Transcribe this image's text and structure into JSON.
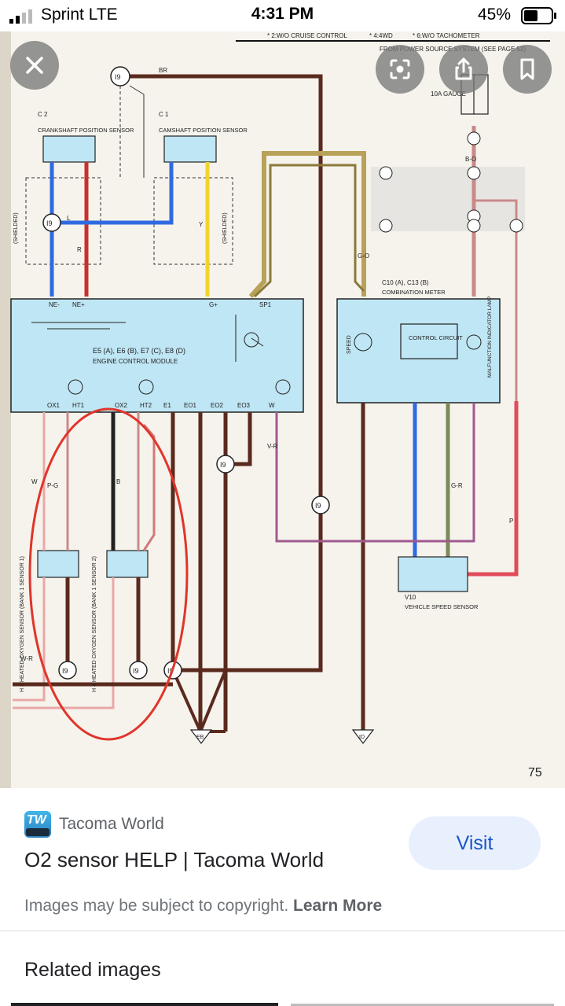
{
  "status_bar": {
    "carrier": "Sprint  LTE",
    "time": "4:31 PM",
    "battery": "45%"
  },
  "viewer": {
    "close_icon": "close-icon",
    "lens_icon": "lens-icon",
    "share_icon": "share-icon",
    "bookmark_icon": "bookmark-icon",
    "diagram": {
      "header_notes": [
        "* 2:W/O CRUISE CONTROL",
        "* 4:4WD",
        "* 6:W/O TACHOMETER"
      ],
      "power_source_note": "FROM POWER SOURCE SYSTEM (SEE PAGE 52)",
      "gauge_label": "10A GAUGE",
      "c2_code": "C 2",
      "c2_name": "CRANKSHAFT POSITION SENSOR",
      "c1_code": "C 1",
      "c1_name": "CAMSHAFT POSITION SENSOR",
      "ecm_label": "E5 (A), E6 (B), E7 (C), E8 (D)",
      "ecm_name": "ENGINE CONTROL MODULE",
      "meter_code": "C10 (A), C13 (B)",
      "meter_name": "COMBINATION METER",
      "control_circuit": "CONTROL CIRCUIT",
      "speed_label": "SPEED",
      "mil_label": "MALFUNCTION INDICATOR LAMP",
      "ecm_pins_top": [
        "NE-",
        "NE+",
        "G+",
        "SP1"
      ],
      "ecm_pins_bottom": [
        "OX1",
        "HT1",
        "OX2",
        "HT2",
        "E1",
        "EO1",
        "EO2",
        "EO3",
        "W"
      ],
      "h3_label": "H 3 HEATED OXYGEN SENSOR (BANK 1 SENSOR 1)",
      "h4_label": "H 4 HEATED OXYGEN SENSOR (BANK 1 SENSOR 2)",
      "v10_code": "V10",
      "v10_name": "VEHICLE SPEED SENSOR",
      "shielded": "(SHIELDED)",
      "ground_eb": "EB",
      "ground_id": "ID",
      "junction": "I9",
      "wire_labels": [
        "BR",
        "L",
        "R",
        "Y",
        "B",
        "W",
        "P-G",
        "W-R",
        "V-R",
        "G-O",
        "G-R",
        "B-O",
        "P"
      ],
      "page_number": "75"
    }
  },
  "result": {
    "source_name": "Tacoma World",
    "logo_text": "TW",
    "title": "O2 sensor HELP | Tacoma World",
    "visit_label": "Visit",
    "copyright_text": "Images may be subject to copyright.",
    "learn_more": "Learn More",
    "related_heading": "Related images"
  },
  "colors": {
    "accent": "#1a56c6",
    "visit_bg": "#e8f0fe",
    "diagram_blue": "#bfe6f4",
    "circle_red": "#e0352b"
  }
}
